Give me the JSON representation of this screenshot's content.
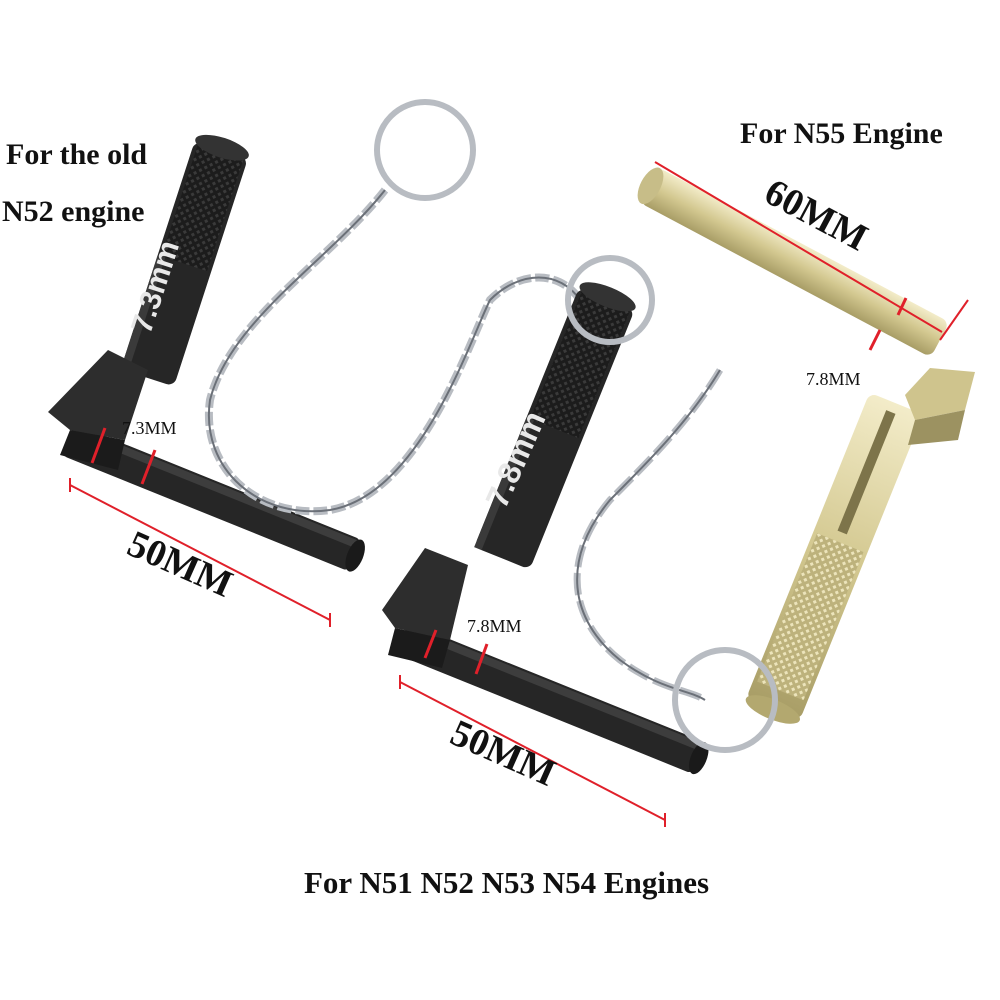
{
  "captions": {
    "old_n52_line1": "For the old",
    "old_n52_line2": "N52 engine",
    "n55": "For N55 Engine",
    "bottom": "For N51 N52 N53 N54 Engines"
  },
  "tools": {
    "left": {
      "engraving": "7.3mm",
      "diameter_label": "7.3MM",
      "length_label": "50MM"
    },
    "middle": {
      "engraving": "7.8mm",
      "diameter_label": "7.8MM",
      "length_label": "50MM"
    },
    "right": {
      "diameter_label": "7.8MM",
      "length_label": "60MM"
    }
  },
  "colors": {
    "tool_black": "#262626",
    "tool_gold": "#d9cf9e",
    "dimension_red": "#e0202a",
    "chain_silver": "#b8bcc2"
  }
}
